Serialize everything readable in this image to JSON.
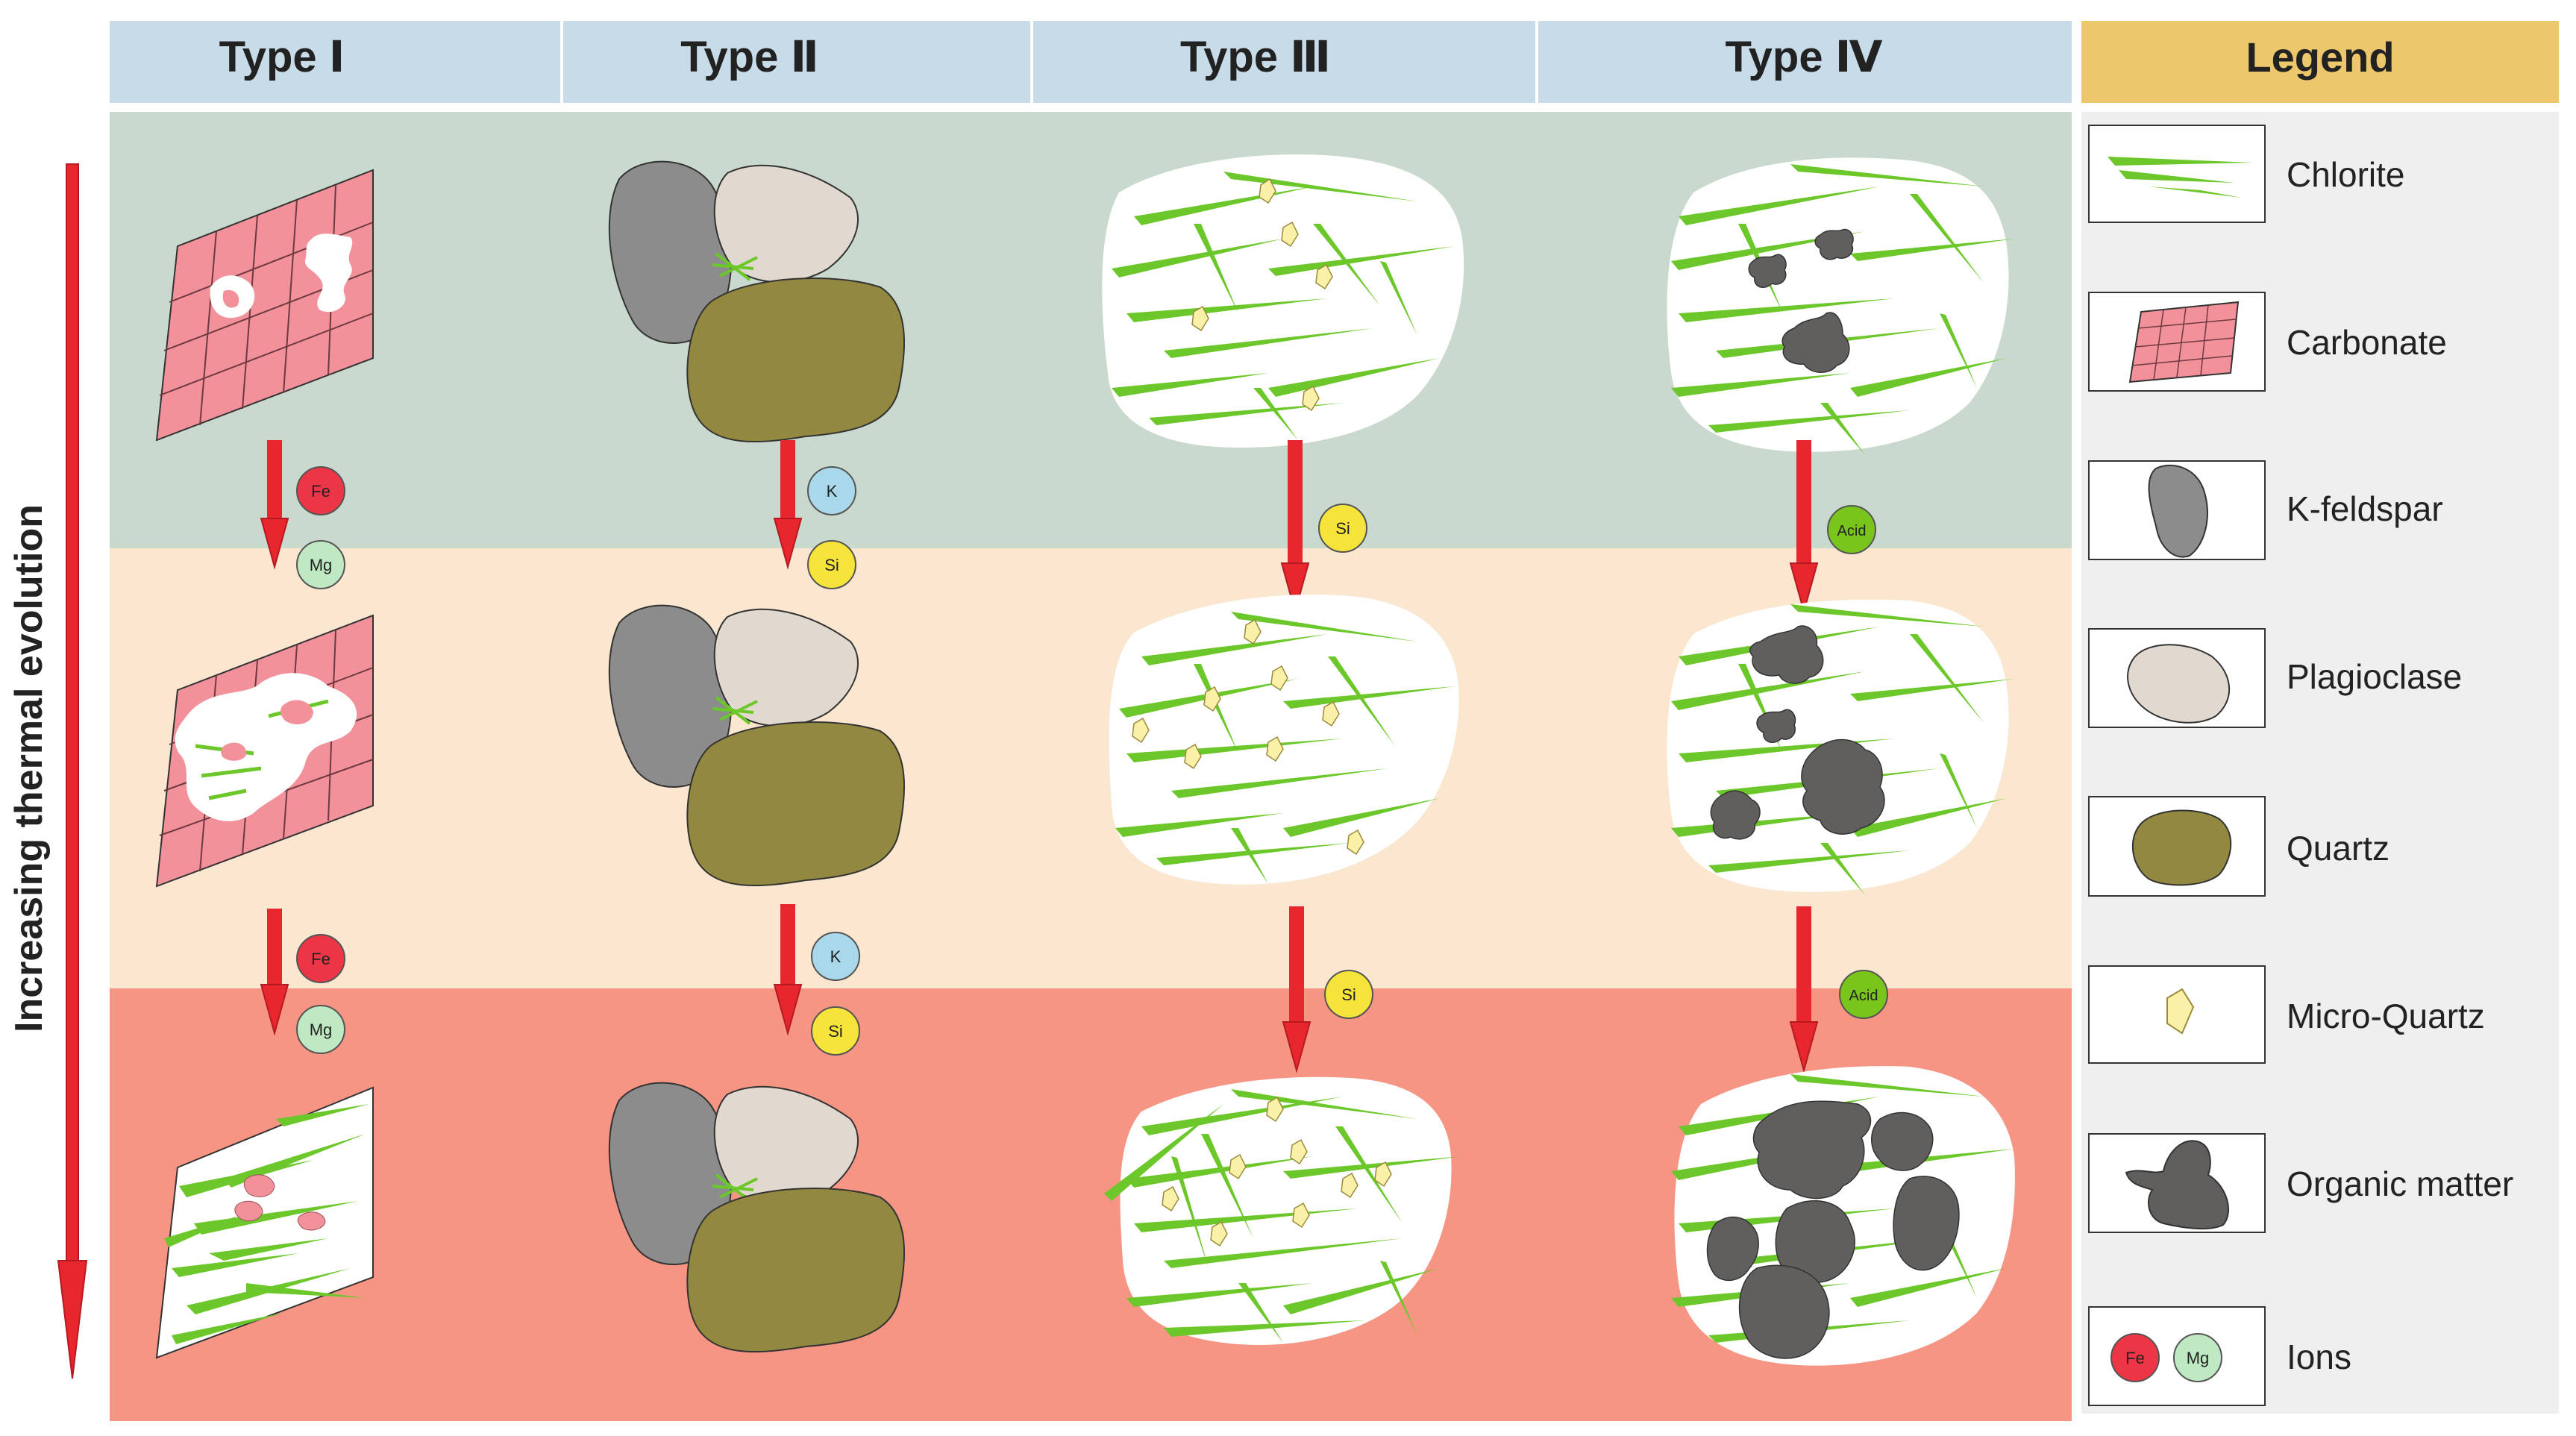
{
  "headers": [
    "Type Ⅰ",
    "Type Ⅱ",
    "Type Ⅲ",
    "Type Ⅳ"
  ],
  "legend": {
    "title": "Legend",
    "items": [
      {
        "label": "Chlorite",
        "icon": "chlorite-icon"
      },
      {
        "label": "Carbonate",
        "icon": "carbonate-icon"
      },
      {
        "label": "K-feldspar",
        "icon": "k-feldspar-icon"
      },
      {
        "label": "Plagioclase",
        "icon": "plagioclase-icon"
      },
      {
        "label": "Quartz",
        "icon": "quartz-icon"
      },
      {
        "label": "Micro-Quartz",
        "icon": "micro-quartz-icon"
      },
      {
        "label": "Organic matter",
        "icon": "organic-matter-icon"
      },
      {
        "label": "Ions",
        "icon": "ions-icon"
      }
    ]
  },
  "axis_label": "Increasing thermal evolution",
  "ions": {
    "type1": [
      "Fe",
      "Mg"
    ],
    "type2": [
      "K",
      "Si"
    ],
    "type3": [
      "Si"
    ],
    "type4": [
      "Acid"
    ],
    "legend": [
      "Fe",
      "Mg"
    ]
  },
  "colors": {
    "header_bg": "#c7dbe9",
    "legend_header_bg": "#ecc76b",
    "legend_bg": "#efefef",
    "band_early": "#c9d9cd",
    "band_middle": "#fbe6d0",
    "band_late": "#f69584",
    "chlorite": "#6cc72a",
    "carbonate": "#f2919a",
    "k_feldspar": "#8c8c8c",
    "plagioclase": "#e1d9cf",
    "quartz": "#938840",
    "micro_quartz": "#fbf0a8",
    "organic_matter": "#615e5e",
    "arrow": "#e8262e",
    "fe_ion": "#ec3646",
    "mg_ion": "#bfe9c3",
    "k_ion": "#a9d8ea",
    "si_ion": "#f7e43a",
    "acid_ion": "#7ac51c"
  }
}
